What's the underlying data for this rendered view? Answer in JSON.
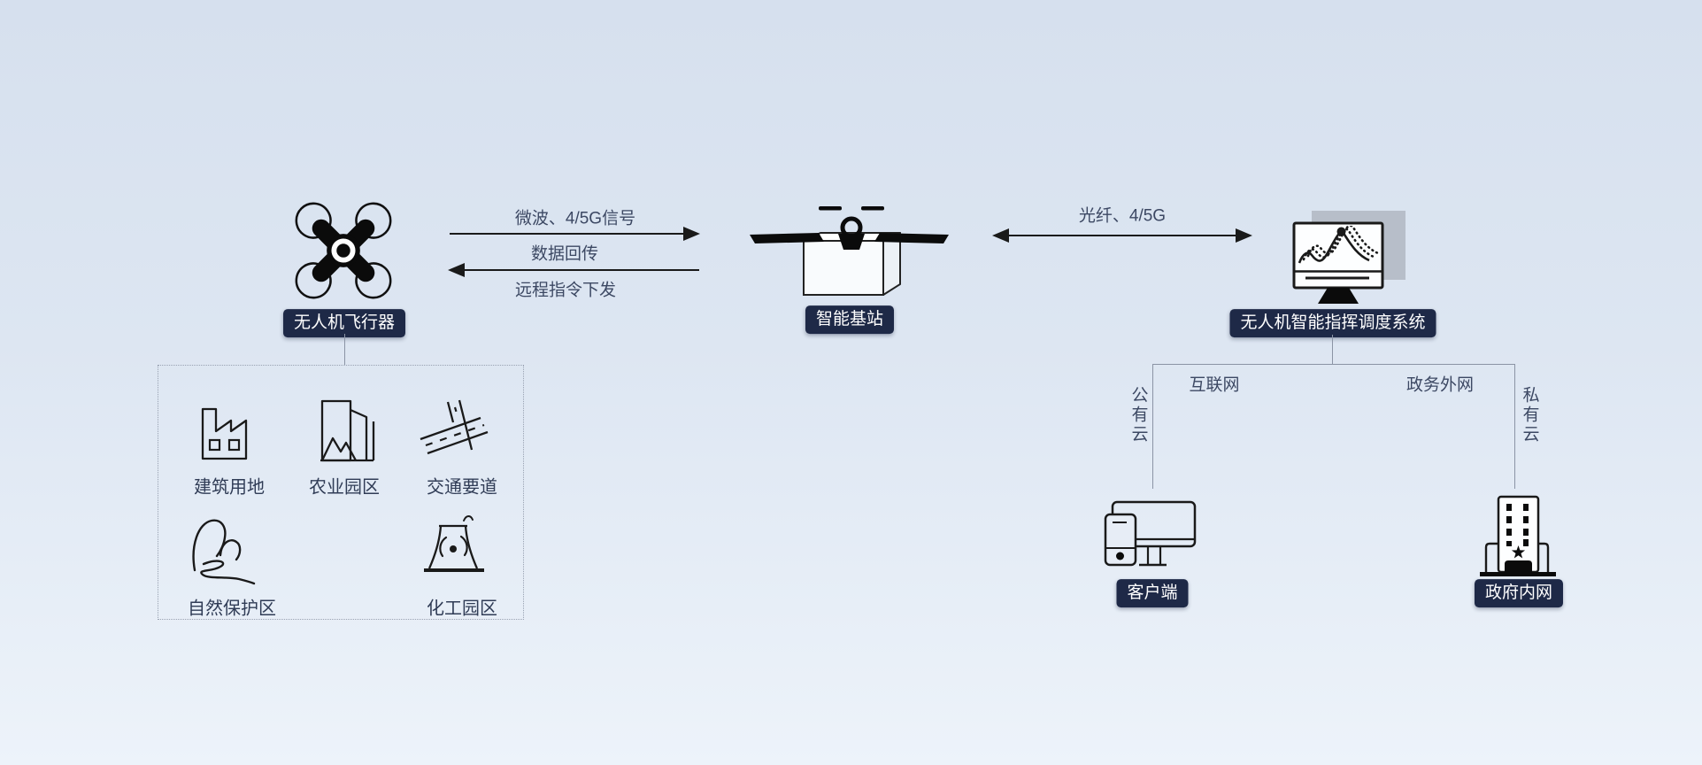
{
  "nodes": {
    "drone": "无人机飞行器",
    "base_station": "智能基站",
    "dispatch_system": "无人机智能指挥调度系统",
    "client": "客户端",
    "gov_intranet": "政府内网"
  },
  "links": {
    "uplink": "微波、4/5G信号",
    "data_return": "数据回传",
    "remote_command": "远程指令下发",
    "fiber": "光纤、4/5G",
    "internet": "互联网",
    "gov_external_net": "政务外网",
    "public_cloud": "公有云",
    "private_cloud": "私有云"
  },
  "application_areas": {
    "items": [
      {
        "label": "建筑用地",
        "icon": "factory-icon"
      },
      {
        "label": "农业园区",
        "icon": "agriculture-park-icon"
      },
      {
        "label": "交通要道",
        "icon": "road-icon"
      },
      {
        "label": "自然保护区",
        "icon": "nature-reserve-icon"
      },
      {
        "label": "化工园区",
        "icon": "chemical-plant-icon"
      }
    ]
  },
  "palette": {
    "background_top": "#d6e0ee",
    "background_bottom": "#edf3fa",
    "badge_background": "#1e2947",
    "badge_text": "#ffffff",
    "diagram_text": "#3c4863",
    "arrow_color": "#1a1a1a",
    "branch_line_color": "#8b94a5",
    "icon_stroke": "#1a1a1a",
    "monitor_shadow": "#b7bec9"
  }
}
